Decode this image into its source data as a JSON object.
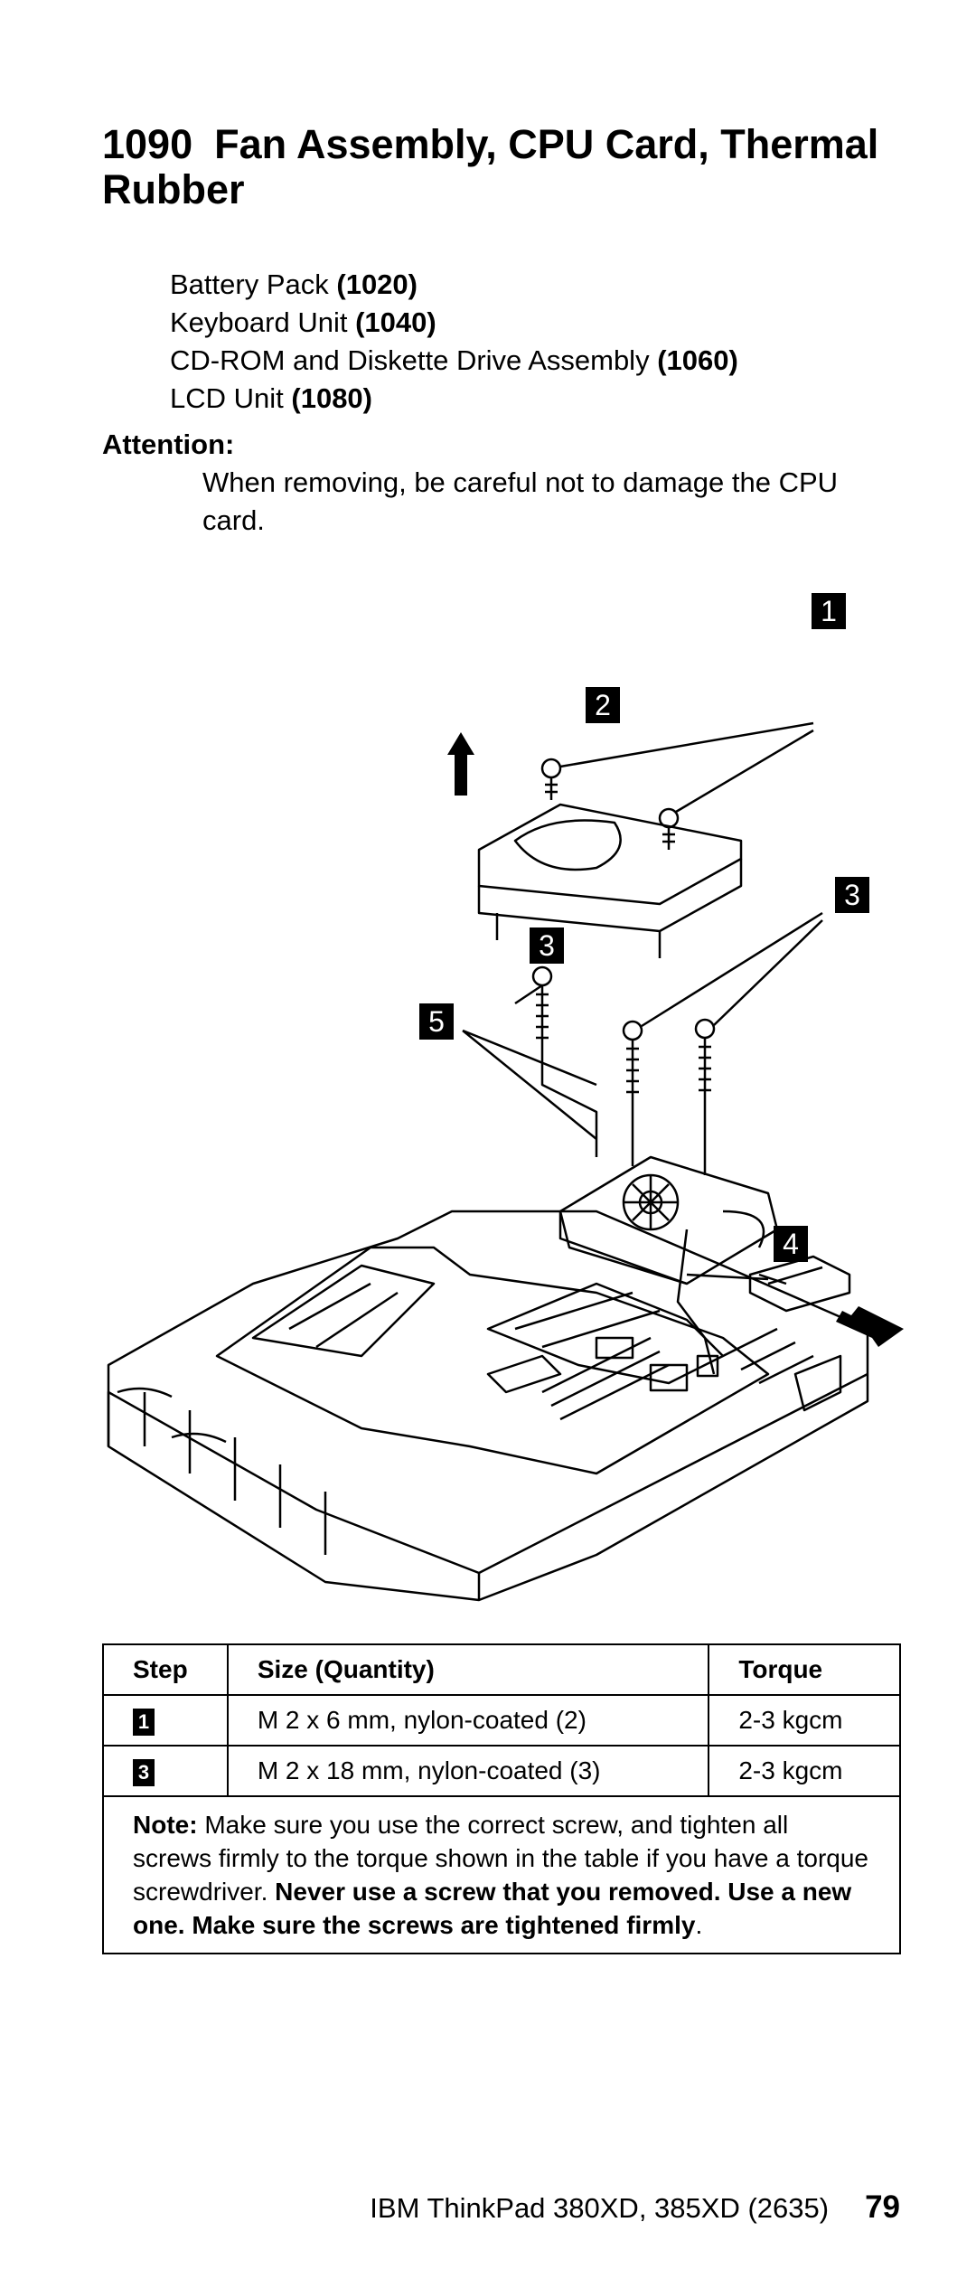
{
  "header": {
    "section_number": "1090",
    "title": "Fan Assembly, CPU Card, Thermal Rubber"
  },
  "prerequisites": [
    {
      "name": "Battery Pack",
      "ref": "(1020)"
    },
    {
      "name": "Keyboard Unit",
      "ref": "(1040)"
    },
    {
      "name": "CD-ROM and Diskette Drive Assembly",
      "ref": "(1060)"
    },
    {
      "name": "LCD Unit",
      "ref": "(1080)"
    }
  ],
  "attention": {
    "label": "Attention:",
    "text": "When removing, be careful not to damage the CPU card."
  },
  "figure": {
    "callouts": [
      "1",
      "2",
      "3",
      "3",
      "5",
      "4"
    ]
  },
  "screw_table": {
    "headers": [
      "Step",
      "Size (Quantity)",
      "Torque"
    ],
    "rows": [
      {
        "step": "1",
        "size": "M 2 x 6 mm, nylon-coated (2)",
        "torque": "2-3 kgcm"
      },
      {
        "step": "3",
        "size": "M 2 x 18 mm, nylon-coated (3)",
        "torque": "2-3 kgcm"
      }
    ],
    "note": {
      "label": "Note:",
      "text": "Make sure you use the correct screw, and tighten all screws firmly to the torque shown in the table if you have a torque screwdriver.",
      "bold_text": "Never use a screw that you removed. Use a new one. Make sure the screws are tightened firmly",
      "end": "."
    }
  },
  "footer": {
    "book": "IBM ThinkPad 380XD, 385XD (2635)",
    "page": "79"
  }
}
